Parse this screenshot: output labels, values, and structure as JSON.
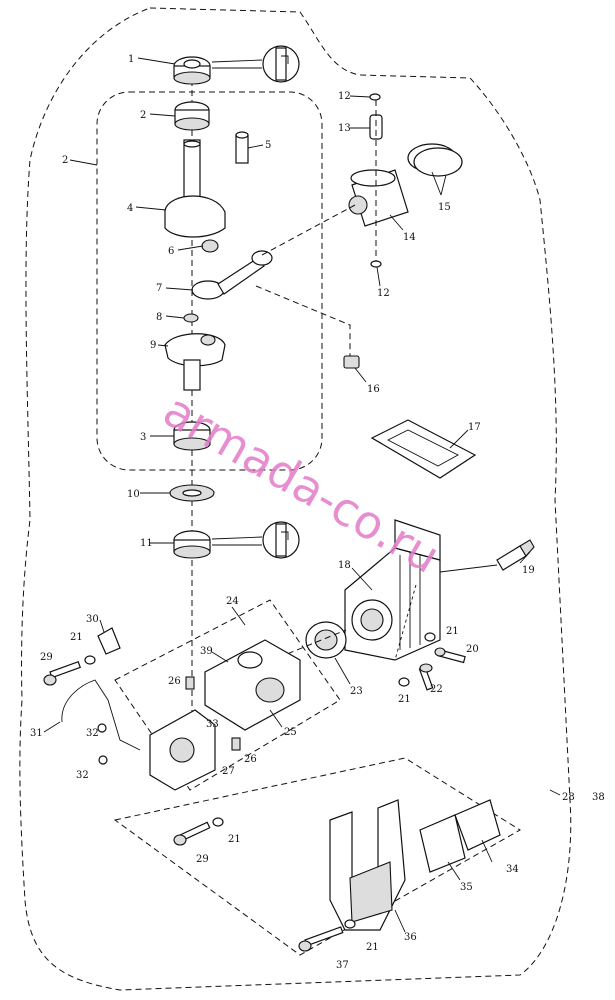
{
  "watermark": "armada-co.ru",
  "labels": [
    {
      "id": "l1",
      "text": "1"
    },
    {
      "id": "l2a",
      "text": "2"
    },
    {
      "id": "l2b",
      "text": "2"
    },
    {
      "id": "l3",
      "text": "3"
    },
    {
      "id": "l4",
      "text": "4"
    },
    {
      "id": "l5",
      "text": "5"
    },
    {
      "id": "l6",
      "text": "6"
    },
    {
      "id": "l7",
      "text": "7"
    },
    {
      "id": "l8",
      "text": "8"
    },
    {
      "id": "l9",
      "text": "9"
    },
    {
      "id": "l10",
      "text": "10"
    },
    {
      "id": "l11",
      "text": "11"
    },
    {
      "id": "l12a",
      "text": "12"
    },
    {
      "id": "l12b",
      "text": "12"
    },
    {
      "id": "l13",
      "text": "13"
    },
    {
      "id": "l14",
      "text": "14"
    },
    {
      "id": "l15",
      "text": "15"
    },
    {
      "id": "l16",
      "text": "16"
    },
    {
      "id": "l17",
      "text": "17"
    },
    {
      "id": "l18",
      "text": "18"
    },
    {
      "id": "l19",
      "text": "19"
    },
    {
      "id": "l20",
      "text": "20"
    },
    {
      "id": "l21a",
      "text": "21"
    },
    {
      "id": "l21b",
      "text": "21"
    },
    {
      "id": "l21c",
      "text": "21"
    },
    {
      "id": "l21d",
      "text": "21"
    },
    {
      "id": "l21e",
      "text": "21"
    },
    {
      "id": "l22",
      "text": "22"
    },
    {
      "id": "l23",
      "text": "23"
    },
    {
      "id": "l24",
      "text": "24"
    },
    {
      "id": "l25",
      "text": "25"
    },
    {
      "id": "l26a",
      "text": "26"
    },
    {
      "id": "l26b",
      "text": "26"
    },
    {
      "id": "l27",
      "text": "27"
    },
    {
      "id": "l28",
      "text": "28"
    },
    {
      "id": "l29a",
      "text": "29"
    },
    {
      "id": "l29b",
      "text": "29"
    },
    {
      "id": "l30",
      "text": "30"
    },
    {
      "id": "l31",
      "text": "31"
    },
    {
      "id": "l32a",
      "text": "32"
    },
    {
      "id": "l32b",
      "text": "32"
    },
    {
      "id": "l33",
      "text": "33"
    },
    {
      "id": "l34",
      "text": "34"
    },
    {
      "id": "l35",
      "text": "35"
    },
    {
      "id": "l36",
      "text": "36"
    },
    {
      "id": "l37",
      "text": "37"
    },
    {
      "id": "l38",
      "text": "38"
    },
    {
      "id": "l39",
      "text": "39"
    }
  ]
}
